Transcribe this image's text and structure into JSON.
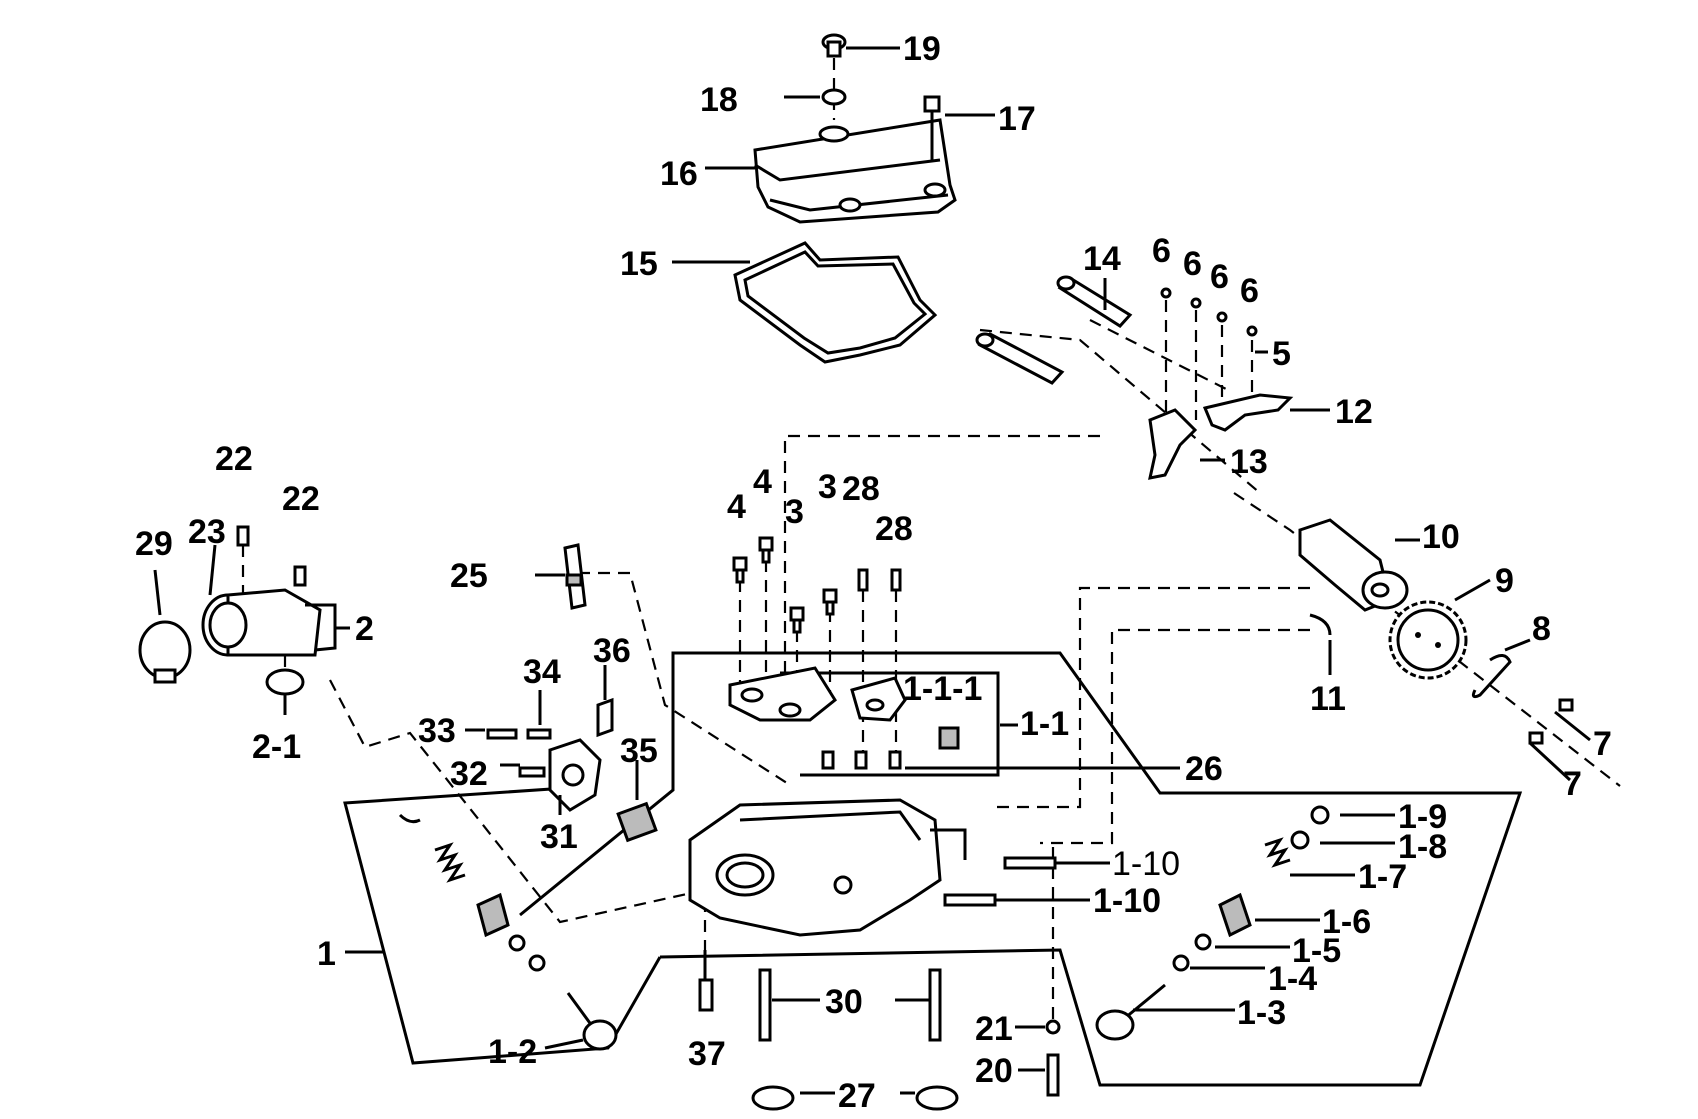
{
  "diagram": {
    "callouts": {
      "c1": "1",
      "c1_1": "1-1",
      "c1_1_1": "1-1-1",
      "c1_2": "1-2",
      "c1_3": "1-3",
      "c1_4": "1-4",
      "c1_5": "1-5",
      "c1_6": "1-6",
      "c1_7": "1-7",
      "c1_8": "1-8",
      "c1_9": "1-9",
      "c1_10a": "1-10",
      "c1_10b": "1-10",
      "c2": "2",
      "c2_1": "2-1",
      "c3a": "3",
      "c3b": "3",
      "c4a": "4",
      "c4b": "4",
      "c5": "5",
      "c6a": "6",
      "c6b": "6",
      "c6c": "6",
      "c6d": "6",
      "c7a": "7",
      "c7b": "7",
      "c8": "8",
      "c9": "9",
      "c10": "10",
      "c11": "11",
      "c12": "12",
      "c13": "13",
      "c14": "14",
      "c15": "15",
      "c16": "16",
      "c17": "17",
      "c18": "18",
      "c19": "19",
      "c20": "20",
      "c21": "21",
      "c22a": "22",
      "c22b": "22",
      "c23": "23",
      "c25": "25",
      "c26": "26",
      "c27": "27",
      "c28a": "28",
      "c28b": "28",
      "c29": "29",
      "c30": "30",
      "c31": "31",
      "c32": "32",
      "c33": "33",
      "c34": "34",
      "c35": "35",
      "c36": "36",
      "c37": "37"
    }
  }
}
